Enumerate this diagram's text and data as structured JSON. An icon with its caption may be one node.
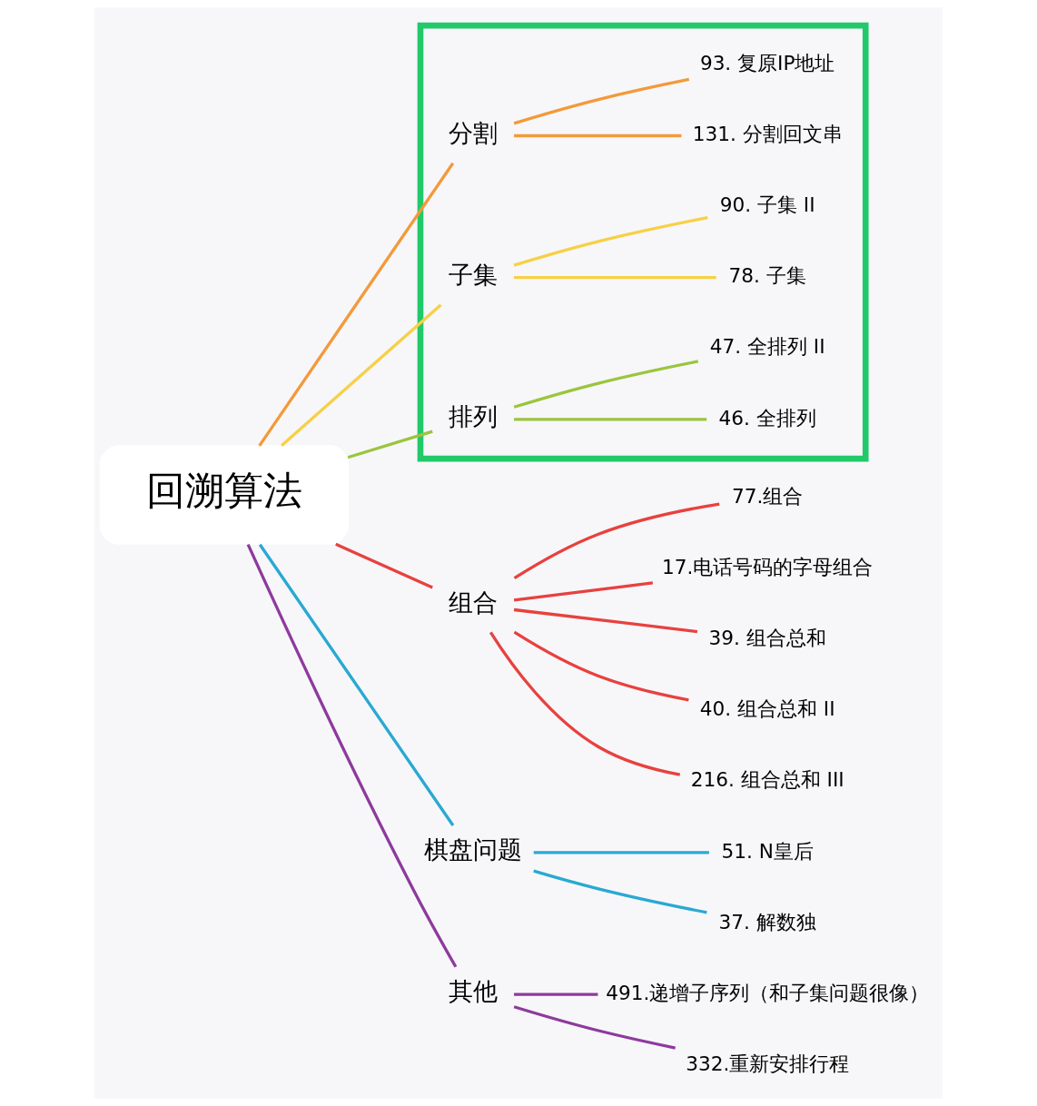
{
  "diagram": {
    "nodes": [
      {
        "text": [
          "回溯算法"
        ]
      },
      {
        "text": [
          "组合"
        ]
      },
      {
        "text": [
          "77.组合"
        ]
      },
      {
        "text": [
          "17.电话号码的字母组合"
        ]
      },
      {
        "text": [
          "39. 组合总和"
        ]
      },
      {
        "text": [
          "40. 组合总和 II"
        ]
      },
      {
        "text": [
          "216. 组合总和 III"
        ]
      },
      {
        "text": [],
        "shape": "box"
      },
      {
        "text": [
          "分割"
        ],
        "in": 7
      },
      {
        "text": [
          "131. 分割回文串"
        ],
        "in": 7
      },
      {
        "text": [
          "93. 复原IP地址"
        ],
        "in": 7
      },
      {
        "text": [
          "子集"
        ],
        "in": 7
      },
      {
        "text": [
          "78. 子集"
        ],
        "in": 7
      },
      {
        "text": [
          "90. 子集 II"
        ],
        "in": 7
      },
      {
        "text": [
          "排列"
        ],
        "in": 7
      },
      {
        "text": [
          "46. 全排列"
        ],
        "in": 7
      },
      {
        "text": [
          "47. 全排列 II"
        ],
        "in": 7
      },
      {
        "text": [
          "棋盘问题"
        ]
      },
      {
        "text": [
          "51. N皇后"
        ]
      },
      {
        "text": [
          "37. 解数独"
        ]
      },
      {
        "text": [
          "其他"
        ]
      },
      {
        "text": [
          "491.递增子序列（和子集问题很像）"
        ]
      },
      {
        "text": [
          "332.重新安排行程"
        ]
      }
    ],
    "edges": [
      {
        "from": 0,
        "to": 1,
        "arrow": "none",
        "color": "#e8413e"
      },
      {
        "from": 1,
        "to": 2,
        "arrow": "none",
        "color": "#e8413e"
      },
      {
        "from": 1,
        "to": 3,
        "arrow": "none",
        "color": "#e8413e"
      },
      {
        "from": 1,
        "to": 4,
        "arrow": "none",
        "color": "#e8413e"
      },
      {
        "from": 1,
        "to": 5,
        "arrow": "none",
        "color": "#e8413e"
      },
      {
        "from": 1,
        "to": 6,
        "arrow": "none",
        "color": "#e8413e"
      },
      {
        "from": 0,
        "to": 8,
        "arrow": "none",
        "color": "#f39a3a"
      },
      {
        "from": 8,
        "to": 9,
        "arrow": "none",
        "color": "#f39a3a"
      },
      {
        "from": 8,
        "to": 10,
        "arrow": "none",
        "color": "#f39a3a"
      },
      {
        "from": 0,
        "to": 11,
        "arrow": "none",
        "color": "#f7d046"
      },
      {
        "from": 11,
        "to": 12,
        "arrow": "none",
        "color": "#f7d046"
      },
      {
        "from": 11,
        "to": 13,
        "arrow": "none",
        "color": "#f7d046"
      },
      {
        "from": 0,
        "to": 14,
        "arrow": "none",
        "color": "#9bc53d"
      },
      {
        "from": 14,
        "to": 15,
        "arrow": "none",
        "color": "#9bc53d"
      },
      {
        "from": 14,
        "to": 16,
        "arrow": "none",
        "color": "#9bc53d"
      },
      {
        "from": 0,
        "to": 17,
        "arrow": "none",
        "color": "#29a9d2"
      },
      {
        "from": 17,
        "to": 18,
        "arrow": "none",
        "color": "#29a9d2"
      },
      {
        "from": 17,
        "to": 19,
        "arrow": "none",
        "color": "#29a9d2"
      },
      {
        "from": 0,
        "to": 20,
        "arrow": "none",
        "color": "#8e3a9d"
      },
      {
        "from": 20,
        "to": 21,
        "arrow": "none",
        "color": "#8e3a9d"
      },
      {
        "from": 20,
        "to": 22,
        "arrow": "none",
        "color": "#8e3a9d"
      }
    ]
  }
}
